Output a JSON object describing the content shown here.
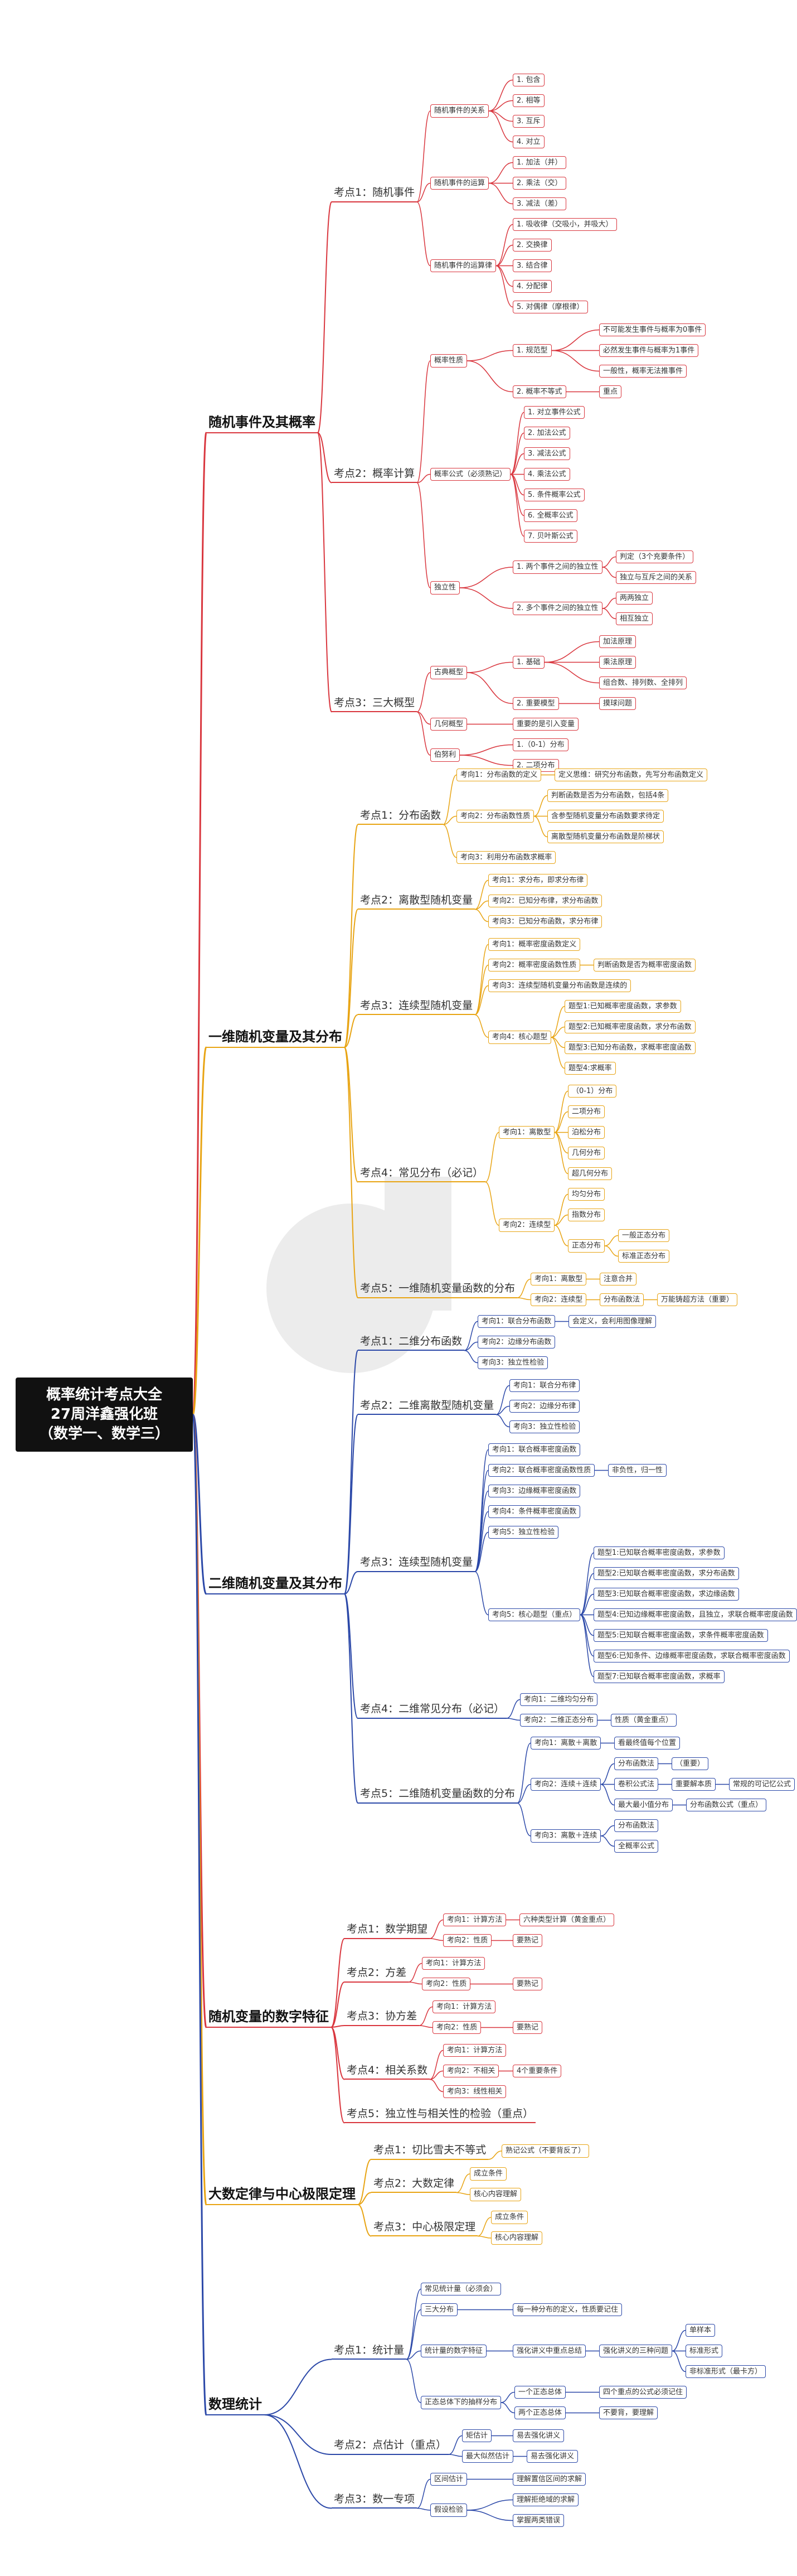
{
  "palette": {
    "red": "#d9363e",
    "orange": "#e8a413",
    "blue": "#2b48a8",
    "black": "#111111"
  },
  "root": {
    "title": "概率统计考点大全",
    "subtitle": "27周洋鑫强化班",
    "note": "（数学一、数学三）"
  },
  "branches": [
    {
      "label": "随机事件及其概率",
      "color": "red",
      "children": [
        {
          "label": "考点1：随机事件",
          "children": [
            {
              "label": "随机事件的关系",
              "children": [
                {
                  "label": "1. 包含"
                },
                {
                  "label": "2. 相等"
                },
                {
                  "label": "3. 互斥"
                },
                {
                  "label": "4. 对立"
                }
              ]
            },
            {
              "label": "随机事件的运算",
              "children": [
                {
                  "label": "1. 加法（并）"
                },
                {
                  "label": "2. 乘法（交）"
                },
                {
                  "label": "3. 减法（差）"
                }
              ]
            },
            {
              "label": "随机事件的运算律",
              "children": [
                {
                  "label": "1. 吸收律（交吸小，并吸大）"
                },
                {
                  "label": "2. 交换律"
                },
                {
                  "label": "3. 结合律"
                },
                {
                  "label": "4. 分配律"
                },
                {
                  "label": "5. 对偶律（摩根律）"
                }
              ]
            }
          ]
        },
        {
          "label": "考点2：概率计算",
          "children": [
            {
              "label": "概率性质",
              "children": [
                {
                  "label": "1. 规范型",
                  "children": [
                    {
                      "label": "不可能发生事件与概率为0事件"
                    },
                    {
                      "label": "必然发生事件与概率为1事件"
                    },
                    {
                      "label": "一般性，概率无法推事件"
                    }
                  ]
                },
                {
                  "label": "2. 概率不等式",
                  "children": [
                    {
                      "label": "重点"
                    }
                  ]
                }
              ]
            },
            {
              "label": "概率公式（必须熟记）",
              "children": [
                {
                  "label": "1. 对立事件公式"
                },
                {
                  "label": "2. 加法公式"
                },
                {
                  "label": "3. 减法公式"
                },
                {
                  "label": "4. 乘法公式"
                },
                {
                  "label": "5. 条件概率公式"
                },
                {
                  "label": "6. 全概率公式"
                },
                {
                  "label": "7. 贝叶斯公式"
                }
              ]
            },
            {
              "label": "独立性",
              "children": [
                {
                  "label": "1. 两个事件之间的独立性",
                  "children": [
                    {
                      "label": "判定（3个充要条件）"
                    },
                    {
                      "label": "独立与互斥之间的关系"
                    }
                  ]
                },
                {
                  "label": "2. 多个事件之间的独立性",
                  "children": [
                    {
                      "label": "两两独立"
                    },
                    {
                      "label": "相互独立"
                    }
                  ]
                }
              ]
            }
          ]
        },
        {
          "label": "考点3：三大概型",
          "children": [
            {
              "label": "古典概型",
              "children": [
                {
                  "label": "1. 基础",
                  "children": [
                    {
                      "label": "加法原理"
                    },
                    {
                      "label": "乘法原理"
                    },
                    {
                      "label": "组合数、排列数、全排列"
                    }
                  ]
                },
                {
                  "label": "2. 重要模型",
                  "children": [
                    {
                      "label": "摸球问题"
                    }
                  ]
                }
              ]
            },
            {
              "label": "几何概型",
              "children": [
                {
                  "label": "重要的是引入变量"
                }
              ]
            },
            {
              "label": "伯努利",
              "children": [
                {
                  "label": "1.（0-1）分布"
                },
                {
                  "label": "2. 二项分布"
                }
              ]
            }
          ]
        }
      ]
    },
    {
      "label": "一维随机变量及其分布",
      "color": "orange",
      "children": [
        {
          "label": "考点1：分布函数",
          "children": [
            {
              "label": "考向1：分布函数的定义",
              "children": [
                {
                  "label": "定义思维：研究分布函数，先写分布函数定义"
                }
              ]
            },
            {
              "label": "考向2：分布函数性质",
              "children": [
                {
                  "label": "判断函数是否为分布函数，包括4条"
                },
                {
                  "label": "含参型随机变量分布函数要求待定"
                },
                {
                  "label": "离散型随机变量分布函数是阶梯状"
                }
              ]
            },
            {
              "label": "考向3：利用分布函数求概率"
            }
          ]
        },
        {
          "label": "考点2：离散型随机变量",
          "children": [
            {
              "label": "考向1：求分布，即求分布律"
            },
            {
              "label": "考向2：已知分布律，求分布函数"
            },
            {
              "label": "考向3：已知分布函数，求分布律"
            }
          ]
        },
        {
          "label": "考点3：连续型随机变量",
          "children": [
            {
              "label": "考向1：概率密度函数定义"
            },
            {
              "label": "考向2：概率密度函数性质",
              "children": [
                {
                  "label": "判断函数是否为概率密度函数"
                }
              ]
            },
            {
              "label": "考向3：连续型随机变量分布函数是连续的"
            },
            {
              "label": "考向4：核心题型",
              "children": [
                {
                  "label": "题型1:已知概率密度函数，求参数"
                },
                {
                  "label": "题型2:已知概率密度函数，求分布函数"
                },
                {
                  "label": "题型3:已知分布函数，求概率密度函数"
                },
                {
                  "label": "题型4:求概率"
                }
              ]
            }
          ]
        },
        {
          "label": "考点4：常见分布（必记）",
          "children": [
            {
              "label": "考向1：离散型",
              "children": [
                {
                  "label": "（0-1）分布"
                },
                {
                  "label": "二项分布"
                },
                {
                  "label": "泊松分布"
                },
                {
                  "label": "几何分布"
                },
                {
                  "label": "超几何分布"
                }
              ]
            },
            {
              "label": "考向2：连续型",
              "children": [
                {
                  "label": "均匀分布"
                },
                {
                  "label": "指数分布"
                },
                {
                  "label": "正态分布",
                  "children": [
                    {
                      "label": "一般正态分布"
                    },
                    {
                      "label": "标准正态分布"
                    }
                  ]
                }
              ]
            }
          ]
        },
        {
          "label": "考点5：一维随机变量函数的分布",
          "children": [
            {
              "label": "考向1：离散型",
              "children": [
                {
                  "label": "注意合并"
                }
              ]
            },
            {
              "label": "考向2：连续型",
              "children": [
                {
                  "label": "分布函数法",
                  "children": [
                    {
                      "label": "万能铸超方法（重要）"
                    }
                  ]
                }
              ]
            }
          ]
        }
      ]
    },
    {
      "label": "二维随机变量及其分布",
      "color": "blue",
      "children": [
        {
          "label": "考点1：二维分布函数",
          "children": [
            {
              "label": "考向1：联合分布函数",
              "children": [
                {
                  "label": "会定义，会利用图像理解"
                }
              ]
            },
            {
              "label": "考向2：边缘分布函数"
            },
            {
              "label": "考向3：独立性检验"
            }
          ]
        },
        {
          "label": "考点2：二维离散型随机变量",
          "children": [
            {
              "label": "考向1：联合分布律"
            },
            {
              "label": "考向2：边缘分布律"
            },
            {
              "label": "考向3：独立性检验"
            }
          ]
        },
        {
          "label": "考点3：连续型随机变量",
          "children": [
            {
              "label": "考向1：联合概率密度函数"
            },
            {
              "label": "考向2：联合概率密度函数性质",
              "children": [
                {
                  "label": "非负性，归一性"
                }
              ]
            },
            {
              "label": "考向3：边缘概率密度函数"
            },
            {
              "label": "考向4：条件概率密度函数"
            },
            {
              "label": "考向5：独立性检验"
            },
            {
              "label": "考向5：核心题型（重点）",
              "children": [
                {
                  "label": "题型1:已知联合概率密度函数，求参数"
                },
                {
                  "label": "题型2:已知联合概率密度函数，求分布函数"
                },
                {
                  "label": "题型3:已知联合概率密度函数，求边缘函数"
                },
                {
                  "label": "题型4:已知边缘概率密度函数，且独立，求联合概率密度函数"
                },
                {
                  "label": "题型5:已知联合概率密度函数，求条件概率密度函数"
                },
                {
                  "label": "题型6:已知条件、边缘概率密度函数，求联合概率密度函数"
                },
                {
                  "label": "题型7:已知联合概率密度函数，求概率"
                }
              ]
            }
          ]
        },
        {
          "label": "考点4：二维常见分布（必记）",
          "children": [
            {
              "label": "考向1：二维均匀分布"
            },
            {
              "label": "考向2：二维正态分布",
              "children": [
                {
                  "label": "性质（黄金重点）"
                }
              ]
            }
          ]
        },
        {
          "label": "考点5：二维随机变量函数的分布",
          "children": [
            {
              "label": "考向1：离散＋离散",
              "children": [
                {
                  "label": "看最终值每个位置"
                }
              ]
            },
            {
              "label": "考向2：连续＋连续",
              "children": [
                {
                  "label": "分布函数法",
                  "children": [
                    {
                      "label": "（重要）"
                    }
                  ]
                },
                {
                  "label": "卷积公式法",
                  "children": [
                    {
                      "label": "重要解本质",
                      "children": [
                        {
                          "label": "常规的可记忆公式"
                        }
                      ]
                    }
                  ]
                },
                {
                  "label": "最大最小值分布",
                  "children": [
                    {
                      "label": "分布函数公式（重点）"
                    }
                  ]
                }
              ]
            },
            {
              "label": "考向3：离散＋连续",
              "children": [
                {
                  "label": "分布函数法"
                },
                {
                  "label": "全概率公式"
                }
              ]
            }
          ]
        }
      ]
    },
    {
      "label": "随机变量的数字特征",
      "color": "red",
      "children": [
        {
          "label": "考点1：数学期望",
          "children": [
            {
              "label": "考向1：计算方法",
              "children": [
                {
                  "label": "六种类型计算（黄金重点）"
                }
              ]
            },
            {
              "label": "考向2：性质",
              "children": [
                {
                  "label": "要熟记"
                }
              ]
            }
          ]
        },
        {
          "label": "考点2：方差",
          "children": [
            {
              "label": "考向1：计算方法"
            },
            {
              "label": "考向2：性质",
              "children": [
                {
                  "label": "要熟记"
                }
              ]
            }
          ]
        },
        {
          "label": "考点3：协方差",
          "children": [
            {
              "label": "考向1：计算方法"
            },
            {
              "label": "考向2：性质",
              "children": [
                {
                  "label": "要熟记"
                }
              ]
            }
          ]
        },
        {
          "label": "考点4：相关系数",
          "children": [
            {
              "label": "考向1：计算方法"
            },
            {
              "label": "考向2：不相关",
              "children": [
                {
                  "label": "4个重要条件"
                }
              ]
            },
            {
              "label": "考向3：线性相关"
            }
          ]
        },
        {
          "label": "考点5：独立性与相关性的检验（重点）"
        }
      ]
    },
    {
      "label": "大数定律与中心极限定理",
      "color": "orange",
      "children": [
        {
          "label": "考点1：切比雪夫不等式",
          "children": [
            {
              "label": "熟记公式（不要背反了）"
            }
          ]
        },
        {
          "label": "考点2：大数定律",
          "children": [
            {
              "label": "成立条件"
            },
            {
              "label": "核心内容理解"
            }
          ]
        },
        {
          "label": "考点3：中心极限定理",
          "children": [
            {
              "label": "成立条件"
            },
            {
              "label": "核心内容理解"
            }
          ]
        }
      ]
    },
    {
      "label": "数理统计",
      "color": "blue",
      "children": [
        {
          "label": "考点1：统计量",
          "children": [
            {
              "label": "常见统计量（必须会）"
            },
            {
              "label": "三大分布",
              "children": [
                {
                  "label": "每一种分布的定义，性质要记住"
                }
              ]
            },
            {
              "label": "统计量的数字特征",
              "children": [
                {
                  "label": "强化讲义中重点总结",
                  "children": [
                    {
                      "label": "强化讲义的三种问题",
                      "children": [
                        {
                          "label": "单样本"
                        },
                        {
                          "label": "标准形式"
                        },
                        {
                          "label": "非标准形式（最卡方）"
                        }
                      ]
                    }
                  ]
                }
              ]
            },
            {
              "label": "正态总体下的抽样分布",
              "children": [
                {
                  "label": "一个正态总体",
                  "children": [
                    {
                      "label": "四个重点的公式必须记住"
                    }
                  ]
                },
                {
                  "label": "两个正态总体",
                  "children": [
                    {
                      "label": "不要背，要理解"
                    }
                  ]
                }
              ]
            }
          ]
        },
        {
          "label": "考点2：点估计（重点）",
          "children": [
            {
              "label": "矩估计",
              "children": [
                {
                  "label": "易去强化讲义"
                }
              ]
            },
            {
              "label": "最大似然估计",
              "children": [
                {
                  "label": "易去强化讲义"
                }
              ]
            }
          ]
        },
        {
          "label": "考点3：数一专项",
          "children": [
            {
              "label": "区间估计",
              "children": [
                {
                  "label": "理解置信区间的求解"
                }
              ]
            },
            {
              "label": "假设检验",
              "children": [
                {
                  "label": "理解拒绝域的求解"
                },
                {
                  "label": "掌握两类错误"
                }
              ]
            }
          ]
        }
      ]
    }
  ]
}
